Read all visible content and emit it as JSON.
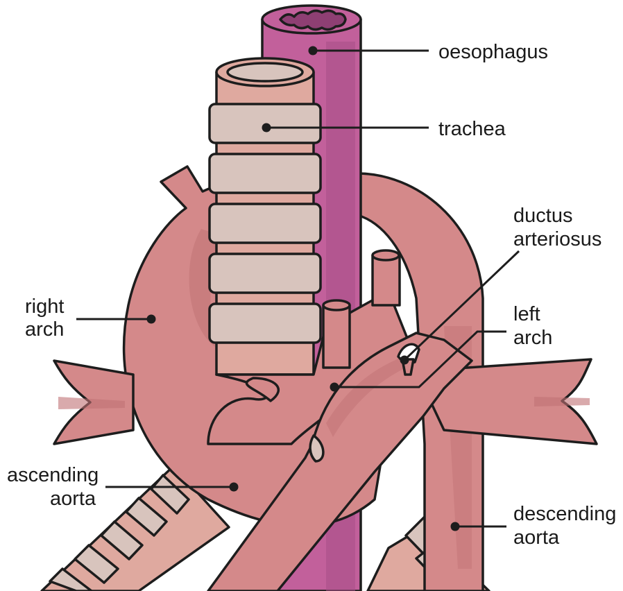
{
  "colors": {
    "artery": "#D4898A",
    "artery_shadow": "#C07274",
    "oesophagus": "#C2609B",
    "oesophagus_shadow": "#A84F86",
    "trachea_tube": "#DFA99F",
    "trachea_ring": "#D8C4BD",
    "outline": "#1D1D1D"
  },
  "labels": {
    "oesophagus": "oesophagus",
    "trachea": "trachea",
    "ductus_line1": "ductus",
    "ductus_line2": "arteriosus",
    "left_arch_line1": "left",
    "left_arch_line2": "arch",
    "right_arch_line1": "right",
    "right_arch_line2": "arch",
    "ascending_line1": "ascending",
    "ascending_line2": "aorta",
    "descending_line1": "descending",
    "descending_line2": "aorta"
  }
}
